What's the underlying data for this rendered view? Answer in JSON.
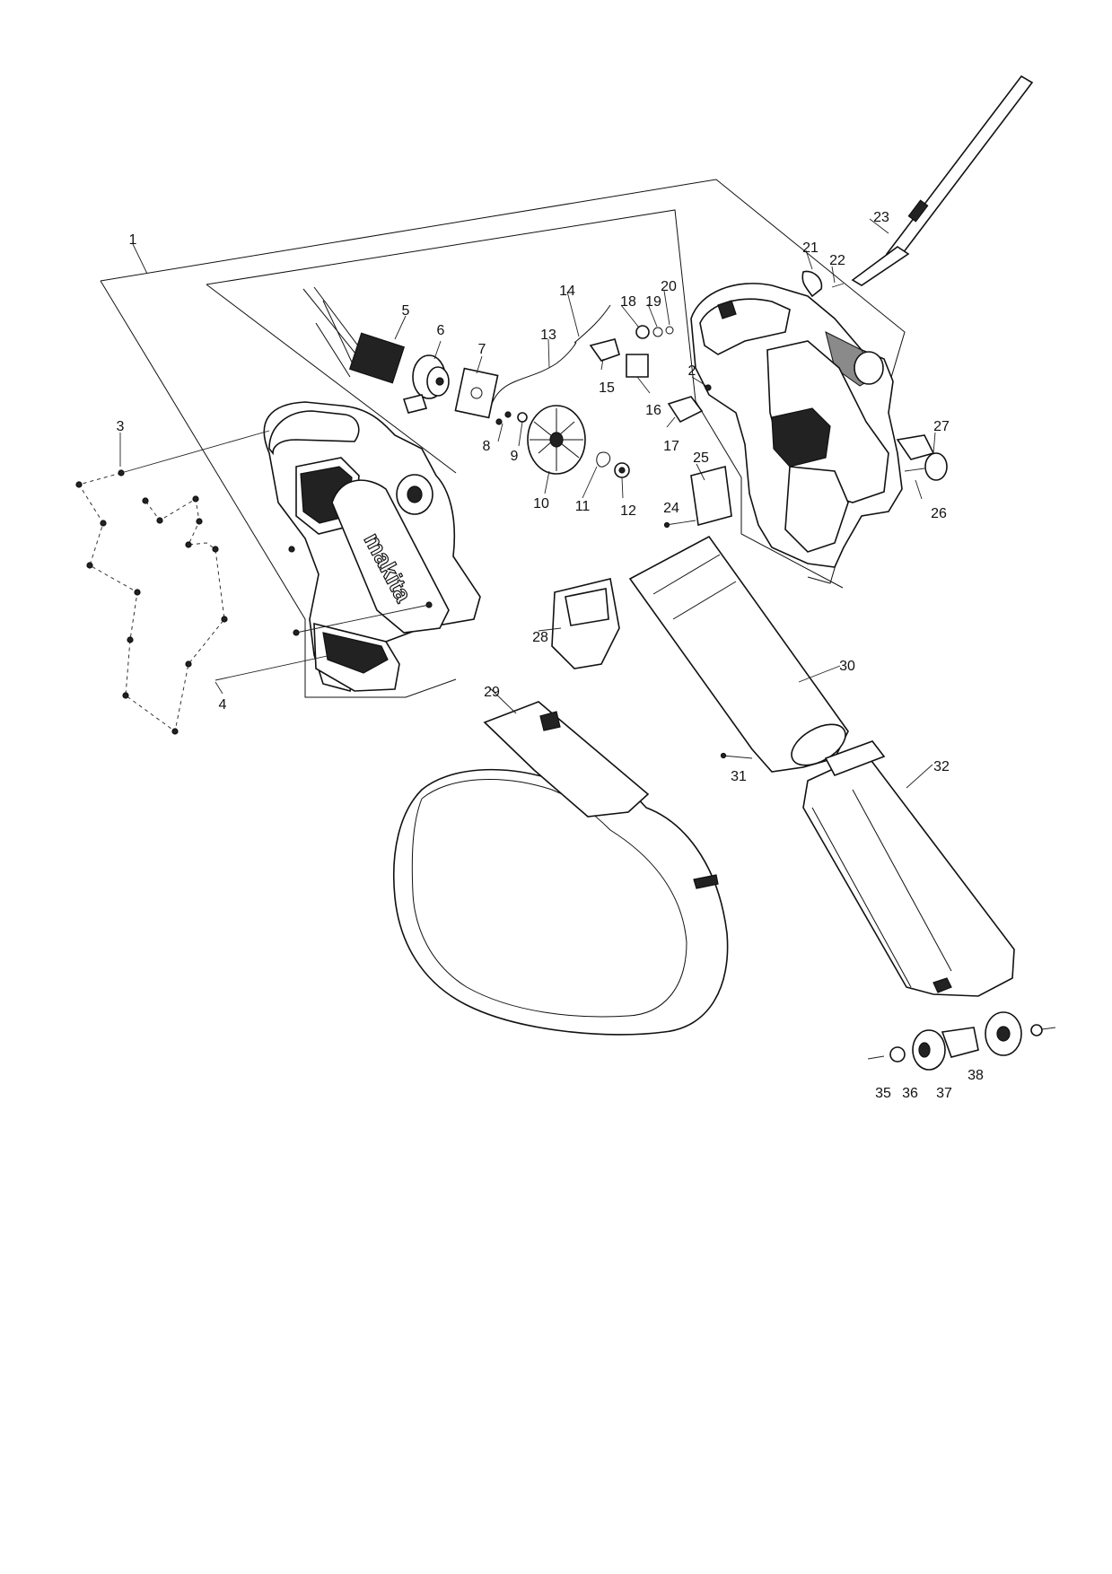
{
  "diagram": {
    "brand_logo": "makita",
    "callouts": [
      "1",
      "2",
      "3",
      "4",
      "5",
      "6",
      "7",
      "8",
      "9",
      "10",
      "11",
      "12",
      "13",
      "14",
      "15",
      "16",
      "17",
      "18",
      "19",
      "20",
      "21",
      "22",
      "23",
      "24",
      "25",
      "26",
      "27",
      "28",
      "29",
      "30",
      "31",
      "32",
      "35",
      "36",
      "37",
      "38"
    ]
  }
}
